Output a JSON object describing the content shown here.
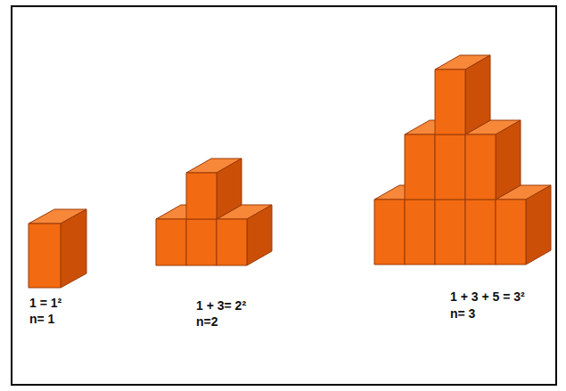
{
  "diagram": {
    "labels": [
      "1 = 1²",
      "n= 1",
      "1 + 3= 2²",
      "n=2",
      "1 + 3 + 5 = 3²",
      "n= 3"
    ]
  }
}
